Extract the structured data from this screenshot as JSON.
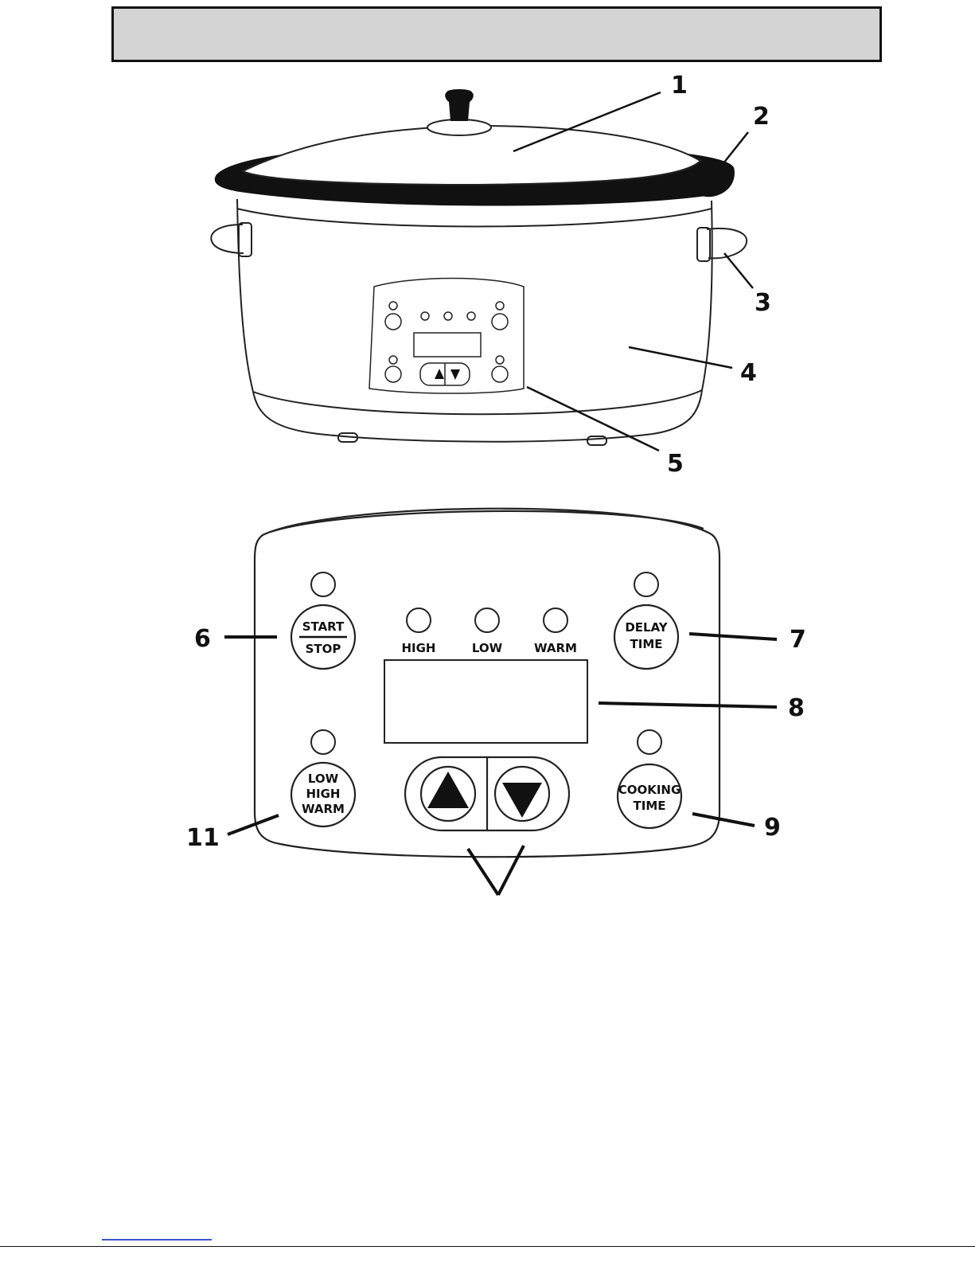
{
  "callouts": {
    "c1": "1",
    "c2": "2",
    "c3": "3",
    "c4": "4",
    "c5": "5",
    "c6": "6",
    "c7": "7",
    "c8": "8",
    "c9": "9",
    "c11": "11"
  },
  "panel": {
    "start_stop_top": "START",
    "start_stop_bottom": "STOP",
    "delay_line1": "DELAY",
    "delay_line2": "TIME",
    "mode_high": "HIGH",
    "mode_low": "LOW",
    "mode_warm": "WARM",
    "setting_line1": "LOW",
    "setting_line2": "HIGH",
    "setting_line3": "WARM",
    "cooking_line1": "COOKING",
    "cooking_line2": "TIME"
  },
  "icons": [
    "up-arrow-icon",
    "down-arrow-icon"
  ],
  "colors": {
    "title_bar": "#d4d4d4",
    "ink": "#111111",
    "footer_link": "#3a56d4"
  }
}
